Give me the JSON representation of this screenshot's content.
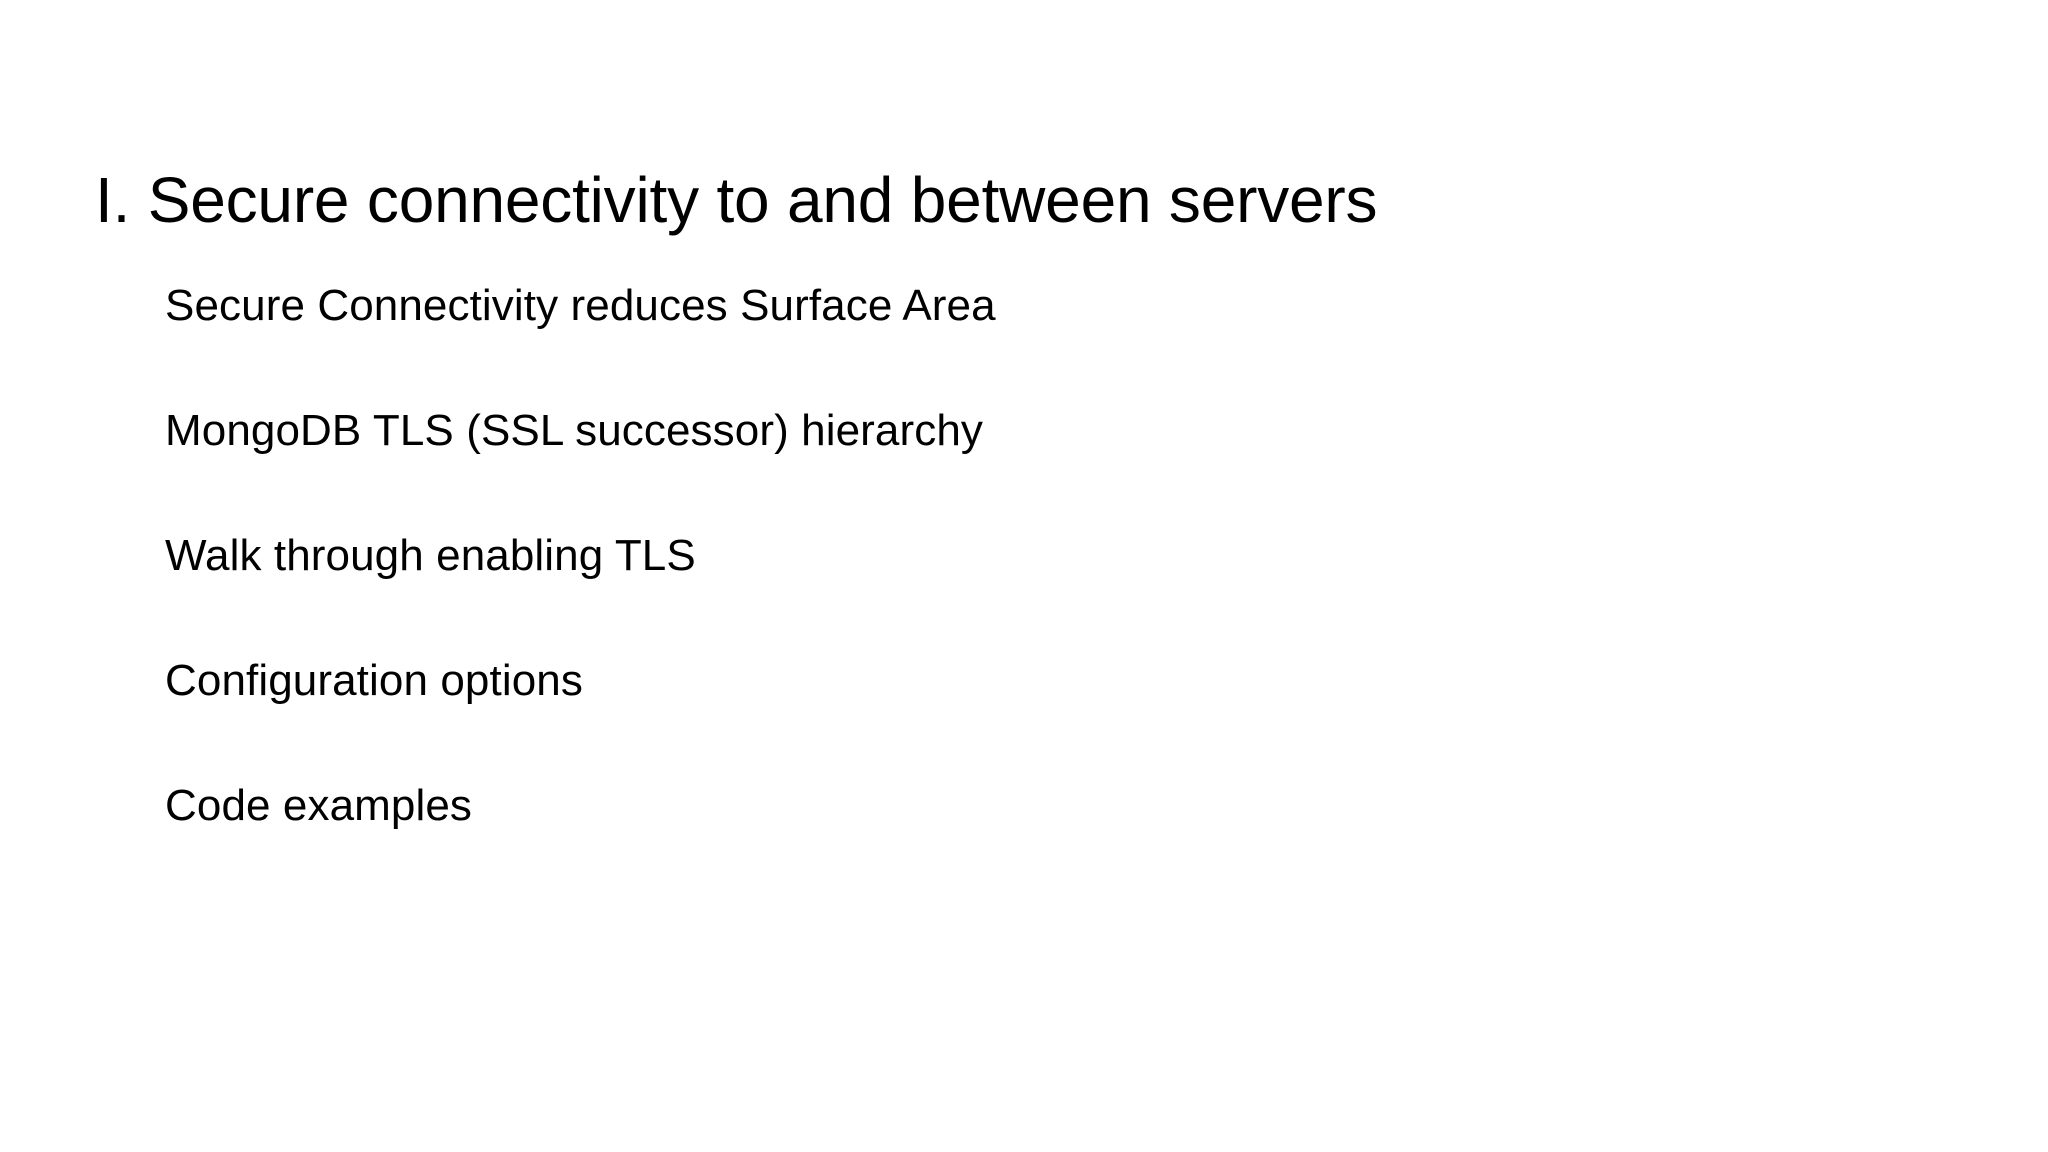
{
  "slide": {
    "background_color": "#ffffff",
    "text_color": "#000000",
    "title": "I. Secure connectivity to and between servers",
    "bullets": [
      {
        "text": "Secure Connectivity reduces Surface Area"
      },
      {
        "text": "MongoDB TLS (SSL successor) hierarchy"
      },
      {
        "text": "Walk through enabling TLS"
      },
      {
        "text": "Configuration options"
      },
      {
        "text": "Code examples"
      }
    ]
  }
}
